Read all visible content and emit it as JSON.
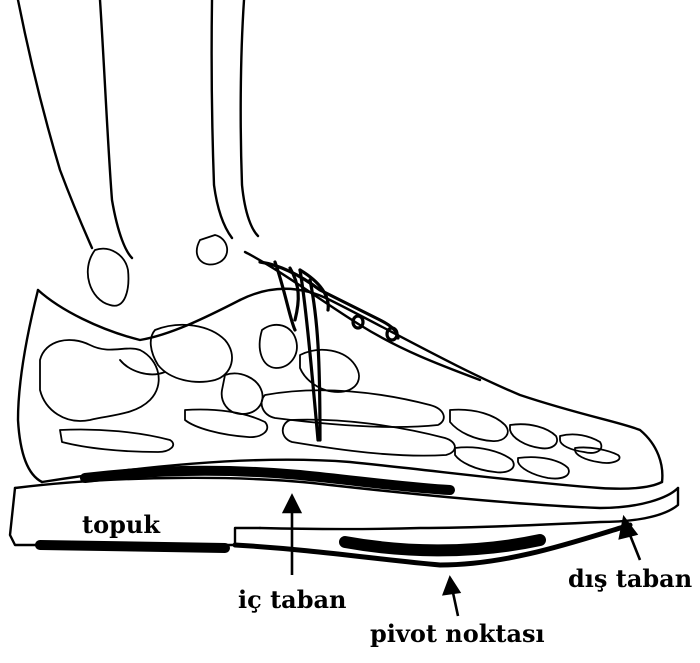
{
  "labels": {
    "heel": "topuk",
    "insole": "iç taban",
    "outsole": "dış taban",
    "pivot": "pivot noktası"
  },
  "colors": {
    "line": "#000000",
    "background": "#ffffff"
  }
}
